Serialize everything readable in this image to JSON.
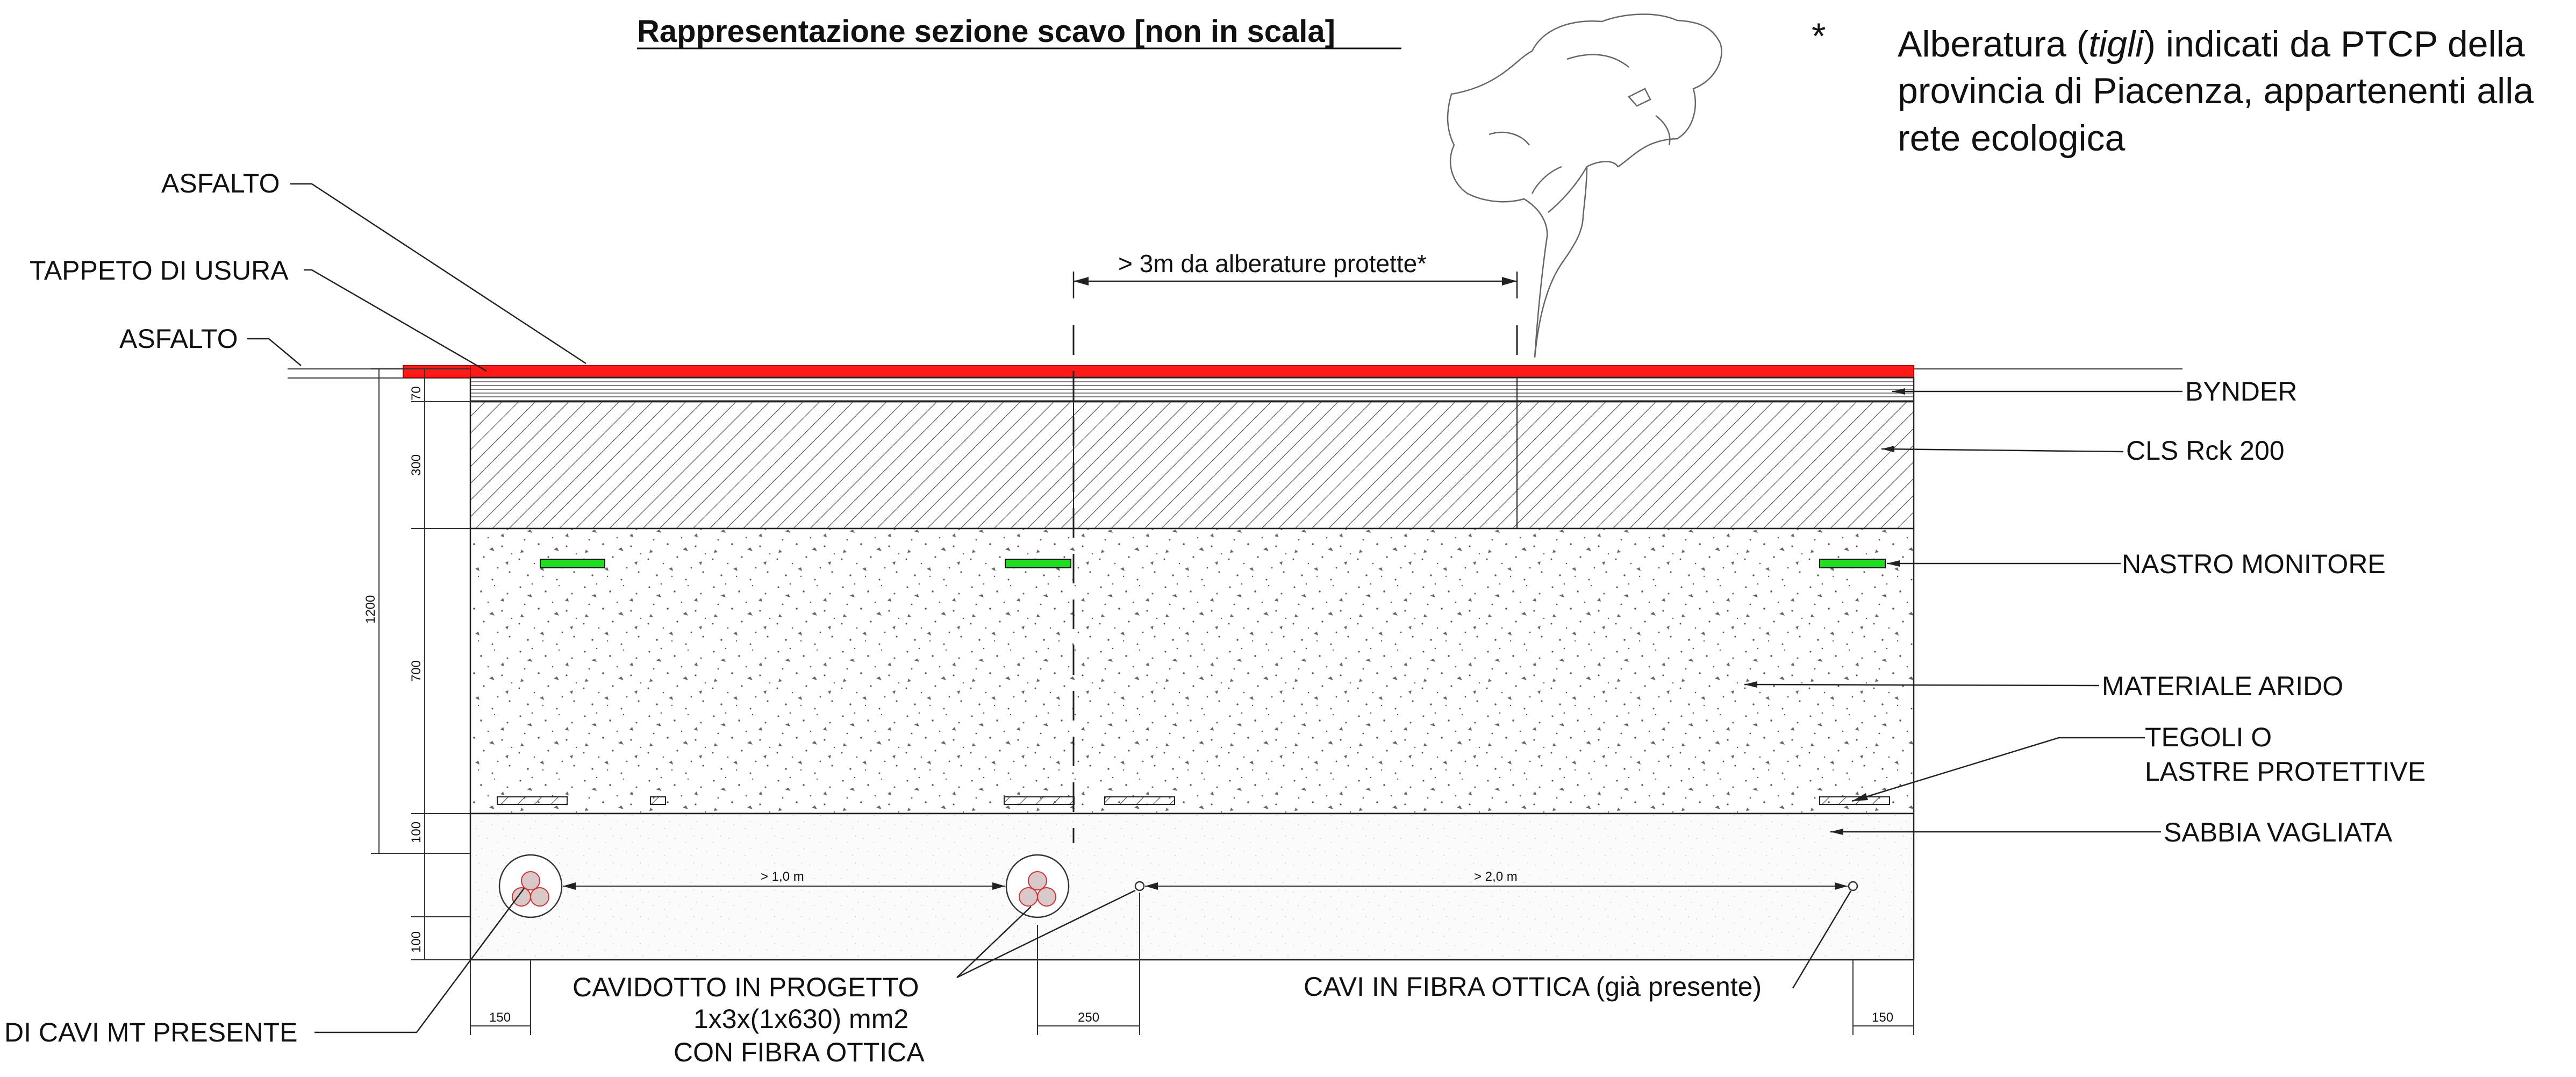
{
  "title": "Rappresentazione sezione scavo [non in scala]",
  "note": {
    "asterisk": "*",
    "line1_before": "Alberatura (",
    "line1_italic": "tigli",
    "line1_after": ") indicati da PTCP della",
    "line2": "provincia di Piacenza, appartenenti alla",
    "line3": "rete ecologica"
  },
  "left_labels": {
    "asfalto_top": "ASFALTO",
    "tappeto": "TAPPETO DI USURA",
    "asfalto_side": "ASFALTO"
  },
  "right_labels": {
    "bynder": "BYNDER",
    "cls": "CLS Rck 200",
    "nastro": "NASTRO MONITORE",
    "materiale": "MATERIALE ARIDO",
    "tegoli_1": "TEGOLI O",
    "tegoli_2": "LASTRE PROTETTIVE",
    "sabbia": "SABBIA VAGLIATA"
  },
  "bottom_labels": {
    "mt_cables": "DI CAVI MT PRESENTE",
    "cavidotto_1": "CAVIDOTTO IN PROGETTO",
    "cavidotto_2": "1x3x(1x630) mm2",
    "cavidotto_3": "CON FIBRA OTTICA",
    "fibra": "CAVI IN FIBRA OTTICA (già presente)"
  },
  "dimensions": {
    "tree_distance": "> 3m da alberature protette*",
    "dist_1m": "> 1,0 m",
    "dist_2m": "> 2,0 m",
    "d70": "70",
    "d300": "300",
    "d700": "700",
    "d100a": "100",
    "d100b": "100",
    "d1200": "1200",
    "d150_left": "150",
    "d250": "250",
    "d150_right": "150"
  },
  "colors": {
    "asphalt_red": "#ff1a1a",
    "monitor_tape_green": "#22dd22"
  }
}
